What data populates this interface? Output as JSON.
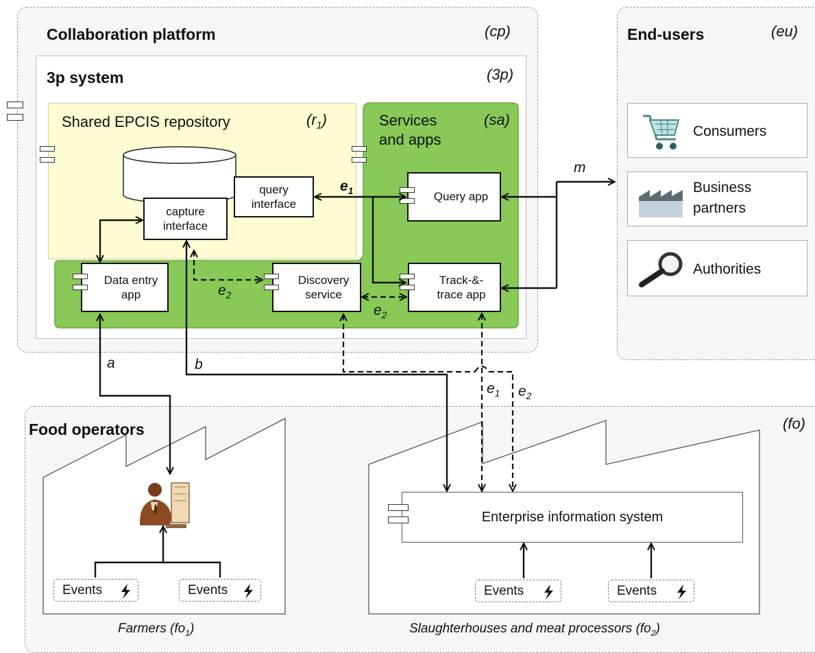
{
  "cp": {
    "title": "Collaboration platform",
    "code": "(cp)"
  },
  "p3": {
    "title": "3p system",
    "code": "(3p)"
  },
  "repo": {
    "title": "Shared EPCIS repository",
    "code_main": "(r",
    "code_sub": "1",
    "code_close": ")"
  },
  "sa": {
    "title_line1": "Services",
    "title_line2": "and apps",
    "code": "(sa)"
  },
  "boxes": {
    "query_interface": [
      "query",
      "interface"
    ],
    "capture_interface": [
      "capture",
      "interface"
    ],
    "query_app": "Query app",
    "data_entry_app": [
      "Data entry",
      "app"
    ],
    "discovery_service": [
      "Discovery",
      "service"
    ],
    "track_trace_app": [
      "Track-&-",
      "trace app"
    ],
    "eis": "Enterprise information system"
  },
  "eu": {
    "title": "End-users",
    "code": "(eu)",
    "items": [
      {
        "label": "Consumers",
        "icon": "shopping-cart-icon"
      },
      {
        "label": "Business partners",
        "line1": "Business",
        "line2": "partners",
        "icon": "factory-icon"
      },
      {
        "label": "Authorities",
        "icon": "magnifier-icon"
      }
    ]
  },
  "fo": {
    "title": "Food operators",
    "code": "(fo)",
    "farmers_caption": "Farmers (fo",
    "farmers_sub": "1",
    "slaughter_caption": "Slaughterhouses and meat processors (fo",
    "slaughter_sub": "2"
  },
  "events_label": "Events",
  "edge_labels": {
    "a": "a",
    "b": "b",
    "m": "m",
    "e": "e",
    "sub1": "1",
    "sub2": "2"
  },
  "colors": {
    "repository_fill": "#fffbd2",
    "services_green": "#88c957",
    "border_gray": "#9a9a9a"
  }
}
